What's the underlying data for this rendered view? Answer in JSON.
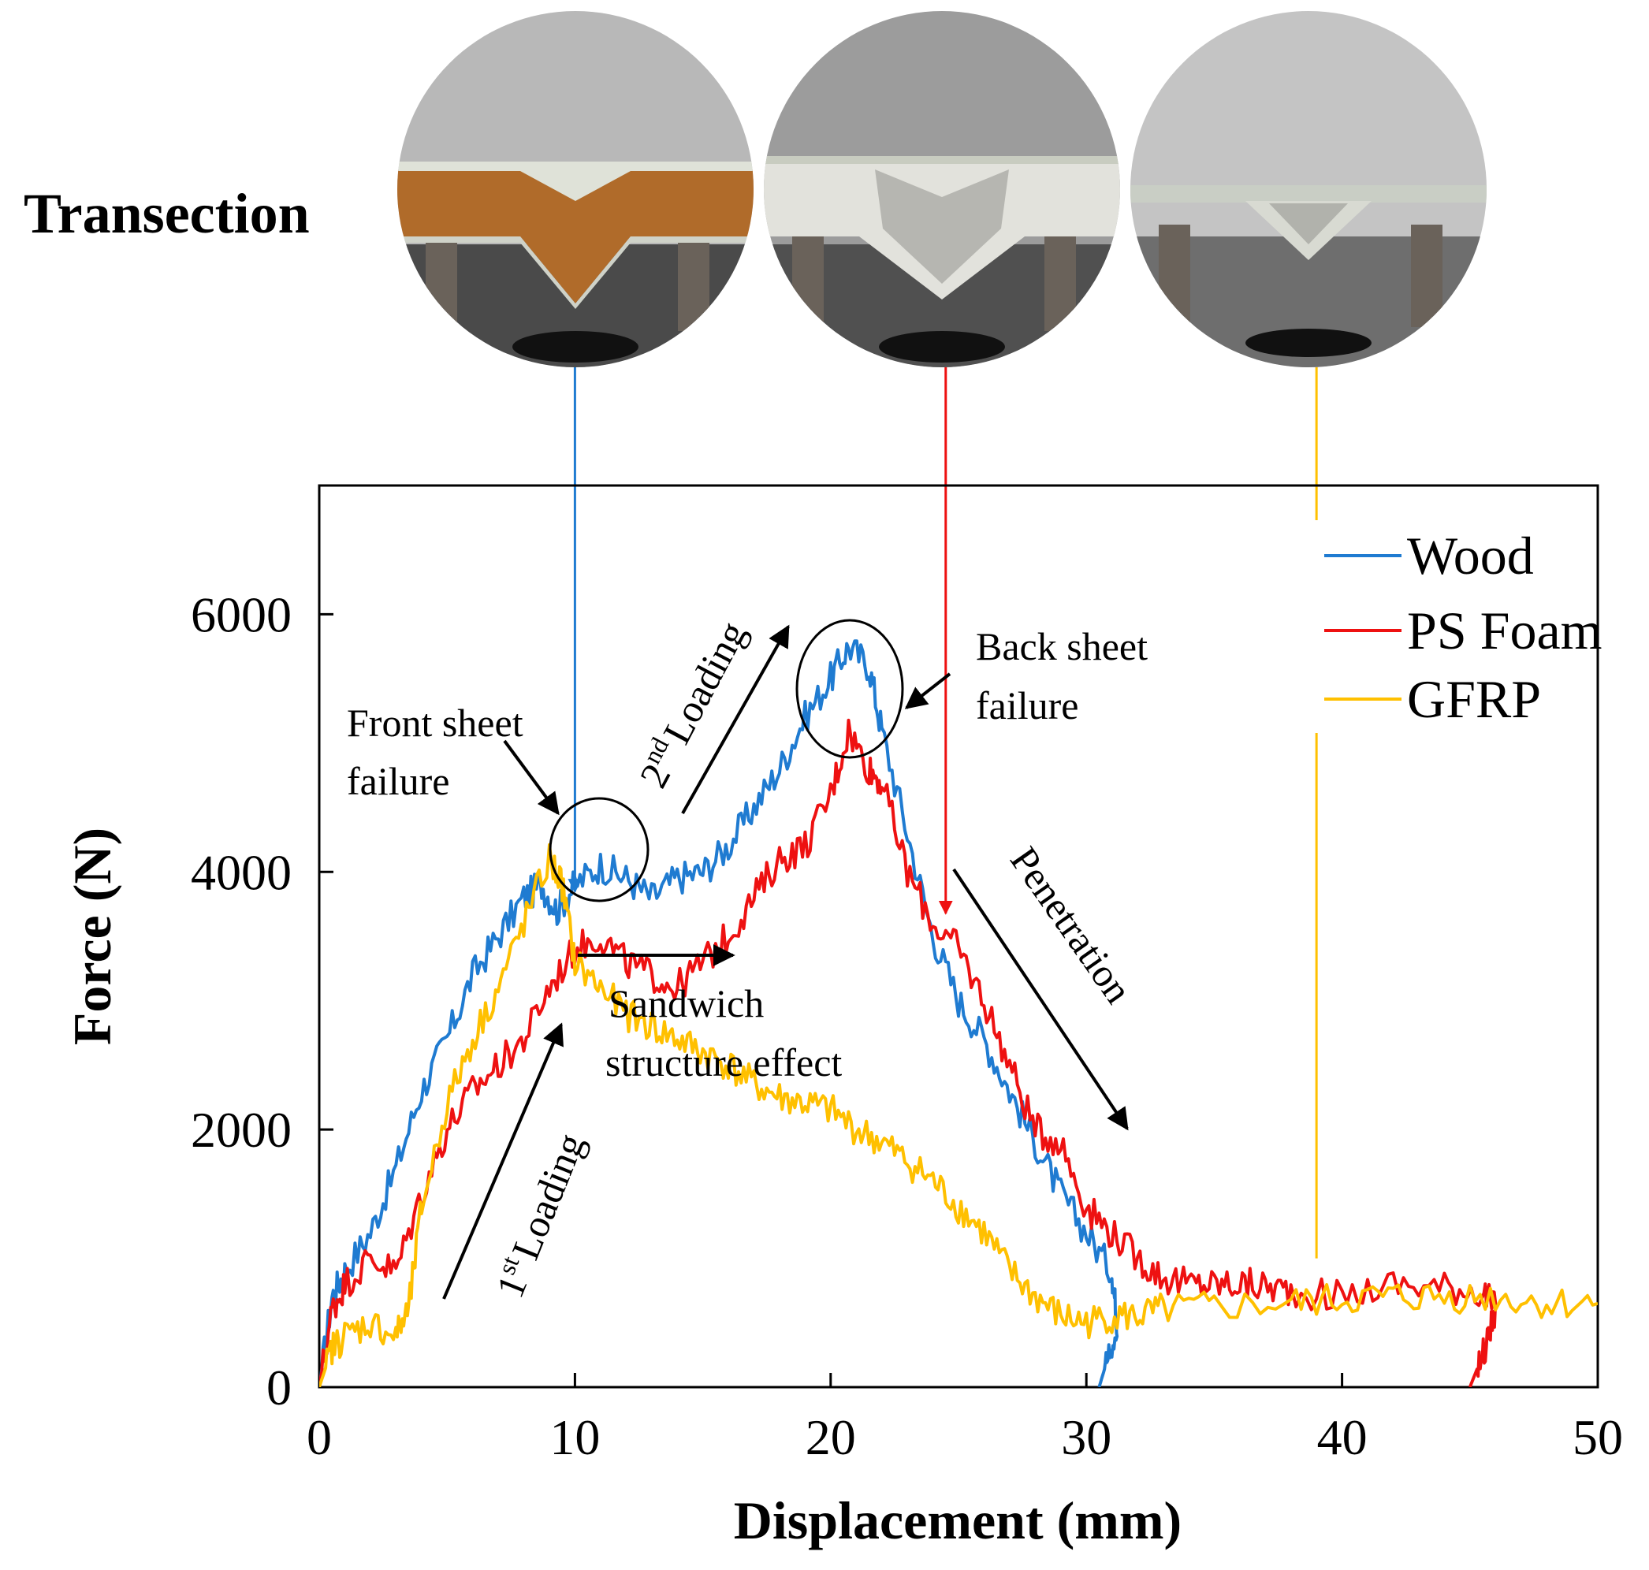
{
  "figure": {
    "transection_label": "Transection",
    "photos": [
      {
        "material": "Wood",
        "core_color": "#b06b2a",
        "connector_color": "#1f7bd1",
        "connector_x": 10
      },
      {
        "material": "PS Foam",
        "core_color": "#e2e2dc",
        "connector_color": "#ee1111",
        "connector_x": 24.5
      },
      {
        "material": "GFRP",
        "core_color": "#c9cec5",
        "connector_color": "#ffc000",
        "connector_x": 39
      }
    ],
    "annotations": {
      "front_sheet": [
        "Front sheet",
        "failure"
      ],
      "back_sheet": [
        "Back sheet",
        "failure"
      ],
      "second_loading_sup": "nd",
      "second_loading_num": "2",
      "loading_word": "Loading",
      "first_loading_num": "1",
      "first_loading_sup": "st",
      "sandwich": [
        "Sandwich",
        "structure effect"
      ],
      "penetration": "Penetration"
    }
  },
  "chart_data": {
    "type": "line",
    "xlabel": "Displacement (mm)",
    "ylabel": "Force (N)",
    "xlim": [
      0,
      50
    ],
    "ylim": [
      0,
      7000
    ],
    "xticks": [
      0,
      10,
      20,
      30,
      40,
      50
    ],
    "yticks": [
      0,
      2000,
      4000,
      6000
    ],
    "xtick_labels": [
      "0",
      "10",
      "20",
      "30",
      "40",
      "50"
    ],
    "ytick_labels": [
      "0",
      "2000",
      "4000",
      "6000"
    ],
    "grid": false,
    "legend_position": "top-right",
    "series": [
      {
        "name": "Wood",
        "color": "#1f7bd1",
        "points": [
          [
            0,
            0
          ],
          [
            0.5,
            700
          ],
          [
            1,
            900
          ],
          [
            2,
            1200
          ],
          [
            3,
            1700
          ],
          [
            4,
            2300
          ],
          [
            5,
            2700
          ],
          [
            6,
            3200
          ],
          [
            7,
            3500
          ],
          [
            8,
            3800
          ],
          [
            8.7,
            3900
          ],
          [
            9.3,
            3700
          ],
          [
            10,
            3900
          ],
          [
            11,
            4050
          ],
          [
            12,
            3950
          ],
          [
            13,
            3800
          ],
          [
            14,
            3950
          ],
          [
            15,
            4000
          ],
          [
            16,
            4200
          ],
          [
            17,
            4500
          ],
          [
            18,
            4800
          ],
          [
            19,
            5200
          ],
          [
            20,
            5500
          ],
          [
            20.7,
            5750
          ],
          [
            21.5,
            5600
          ],
          [
            22,
            5100
          ],
          [
            23,
            4300
          ],
          [
            24,
            3500
          ],
          [
            25,
            3000
          ],
          [
            26,
            2700
          ],
          [
            27,
            2300
          ],
          [
            28,
            1900
          ],
          [
            29,
            1500
          ],
          [
            30,
            1200
          ],
          [
            31,
            900
          ],
          [
            31.2,
            500
          ],
          [
            30.8,
            200
          ],
          [
            30.5,
            0
          ]
        ]
      },
      {
        "name": "PS Foam",
        "color": "#ee1111",
        "points": [
          [
            0,
            0
          ],
          [
            0.5,
            600
          ],
          [
            1,
            800
          ],
          [
            2,
            1000
          ],
          [
            3,
            900
          ],
          [
            4,
            1500
          ],
          [
            5,
            2000
          ],
          [
            6,
            2300
          ],
          [
            7,
            2500
          ],
          [
            8,
            2700
          ],
          [
            9,
            3100
          ],
          [
            10,
            3400
          ],
          [
            11,
            3500
          ],
          [
            12,
            3300
          ],
          [
            13,
            3200
          ],
          [
            14,
            3100
          ],
          [
            15,
            3300
          ],
          [
            16,
            3500
          ],
          [
            17,
            3800
          ],
          [
            18,
            4100
          ],
          [
            19,
            4200
          ],
          [
            20,
            4600
          ],
          [
            20.7,
            5100
          ],
          [
            21.5,
            4800
          ],
          [
            22,
            4700
          ],
          [
            23,
            4000
          ],
          [
            24,
            3600
          ],
          [
            25,
            3400
          ],
          [
            26,
            3000
          ],
          [
            27,
            2500
          ],
          [
            28,
            2000
          ],
          [
            29,
            1900
          ],
          [
            30,
            1400
          ],
          [
            31,
            1200
          ],
          [
            32,
            1000
          ],
          [
            33,
            850
          ],
          [
            34,
            800
          ],
          [
            35,
            800
          ],
          [
            36,
            800
          ],
          [
            37,
            780
          ],
          [
            38,
            750
          ],
          [
            40,
            700
          ],
          [
            42,
            800
          ],
          [
            44,
            780
          ],
          [
            45.5,
            750
          ],
          [
            46,
            600
          ],
          [
            45.6,
            300
          ],
          [
            45.2,
            100
          ],
          [
            45,
            0
          ]
        ]
      },
      {
        "name": "GFRP",
        "color": "#ffc000",
        "points": [
          [
            0,
            0
          ],
          [
            0.5,
            300
          ],
          [
            1,
            400
          ],
          [
            2,
            500
          ],
          [
            3,
            400
          ],
          [
            3.5,
            600
          ],
          [
            4,
            1400
          ],
          [
            5,
            2200
          ],
          [
            6,
            2700
          ],
          [
            7,
            3100
          ],
          [
            8,
            3600
          ],
          [
            9,
            4100
          ],
          [
            9.5,
            3900
          ],
          [
            10,
            3300
          ],
          [
            11,
            3100
          ],
          [
            12,
            2900
          ],
          [
            13,
            2800
          ],
          [
            14,
            2700
          ],
          [
            15,
            2600
          ],
          [
            16,
            2500
          ],
          [
            17,
            2350
          ],
          [
            18,
            2250
          ],
          [
            19,
            2200
          ],
          [
            20,
            2150
          ],
          [
            21,
            2000
          ],
          [
            22,
            1900
          ],
          [
            23,
            1750
          ],
          [
            24,
            1600
          ],
          [
            25,
            1400
          ],
          [
            26,
            1200
          ],
          [
            27,
            900
          ],
          [
            28,
            700
          ],
          [
            29,
            550
          ],
          [
            30,
            500
          ],
          [
            31,
            550
          ],
          [
            32,
            550
          ],
          [
            33,
            600
          ],
          [
            35,
            620
          ],
          [
            38,
            650
          ],
          [
            40,
            680
          ],
          [
            42,
            700
          ],
          [
            44,
            700
          ],
          [
            46,
            700
          ],
          [
            48,
            650
          ],
          [
            50,
            650
          ]
        ]
      }
    ]
  }
}
